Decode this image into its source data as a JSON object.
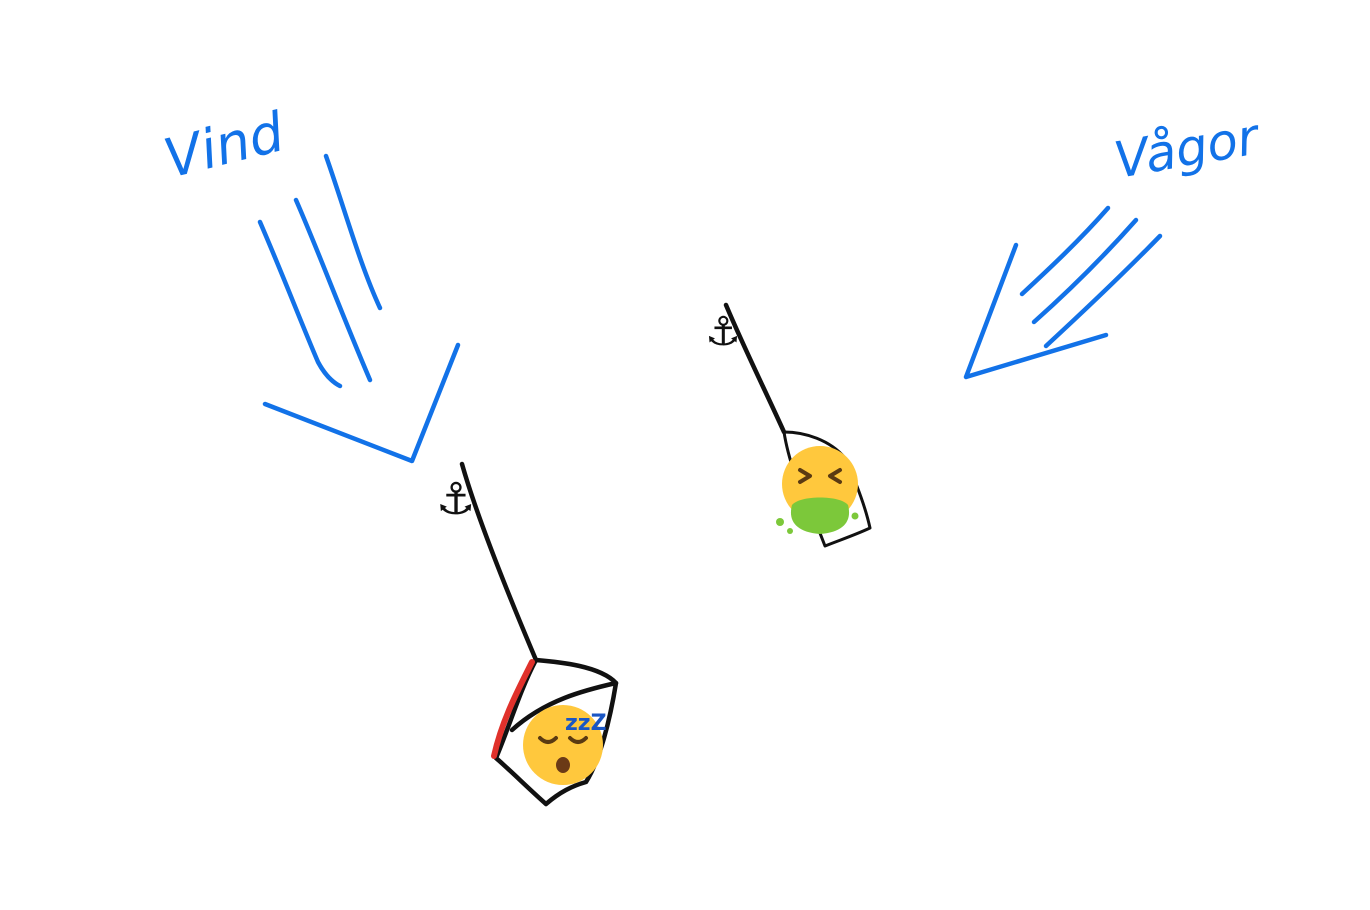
{
  "labels": {
    "wind": "Vind",
    "waves": "Vågor"
  },
  "icons": {
    "anchor": "⚓",
    "sleeping": "sleeping-face-emoji",
    "sick": "vomiting-face-emoji",
    "snore": "zzZ"
  },
  "colors": {
    "annotation": "#1272e8",
    "ink": "#111111",
    "highlight": "#e0312b",
    "vomit": "#7cc83a",
    "face": "#ffc83d"
  }
}
